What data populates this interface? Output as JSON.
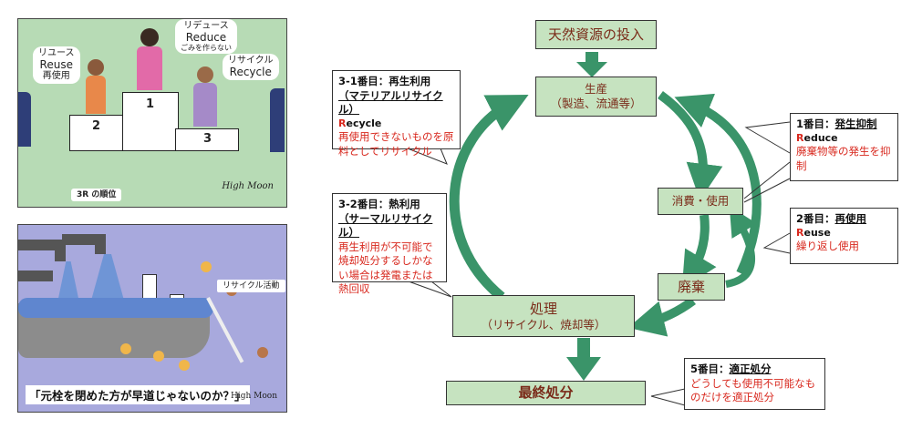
{
  "cartoon_3r": {
    "reuse_label_kana": "リユース",
    "reuse_label_en": "Reuse",
    "reuse_label_jp": "再使用",
    "reduce_label_kana": "リデュース",
    "reduce_label_en": "Reduce",
    "reduce_label_jp": "ごみを作らない",
    "recycle_label_kana": "リサイクル",
    "recycle_label_en": "Recycle",
    "podium_1": "1",
    "podium_2": "2",
    "podium_3": "3",
    "caption": "3R の順位",
    "signature": "High Moon",
    "background_color": "#b7dbb5"
  },
  "cartoon_faucet": {
    "activity_label": "リサイクル活動",
    "caption": "「元栓を閉めた方が早道じゃないのか？」",
    "signature": "High Moon",
    "background_color": "#a8a9dd"
  },
  "diagram": {
    "colors": {
      "node_fill": "#c6e3c0",
      "node_text": "#7a2a18",
      "arrow": "#3a9469",
      "highlight_red": "#d8281e"
    },
    "nodes": {
      "natural_resources": "天然資源の投入",
      "production_title": "生産",
      "production_sub": "（製造、流通等）",
      "consumption": "消費・使用",
      "waste": "廃棄",
      "treatment_title": "処理",
      "treatment_sub": "（リサイクル、焼却等）",
      "final_disposal": "最終処分"
    },
    "callouts": {
      "recycle_material": {
        "title": "3-1番目：再生利用",
        "subtitle": "（マテリアルリサイクル）",
        "en_initial": "R",
        "en_rest": "ecycle",
        "desc": "再使用できないものを原料としてリサイクル"
      },
      "recycle_thermal": {
        "title": "3-2番目：熱利用",
        "subtitle": "（サーマルリサイクル）",
        "desc": "再生利用が不可能で焼却処分するしかない場合は発電または熱回収"
      },
      "reduce": {
        "title_prefix": "1番目：",
        "title_key": "発生抑制",
        "en_initial": "R",
        "en_rest": "educe",
        "desc": "廃棄物等の発生を抑制"
      },
      "reuse": {
        "title_prefix": "2番目：",
        "title_key": "再使用",
        "en_initial": "R",
        "en_rest": "euse",
        "desc": "繰り返し使用"
      },
      "proper_disposal": {
        "title_prefix": "5番目：",
        "title_key": "適正処分",
        "desc": "どうしても使用不可能なものだけを適正処分"
      }
    }
  }
}
